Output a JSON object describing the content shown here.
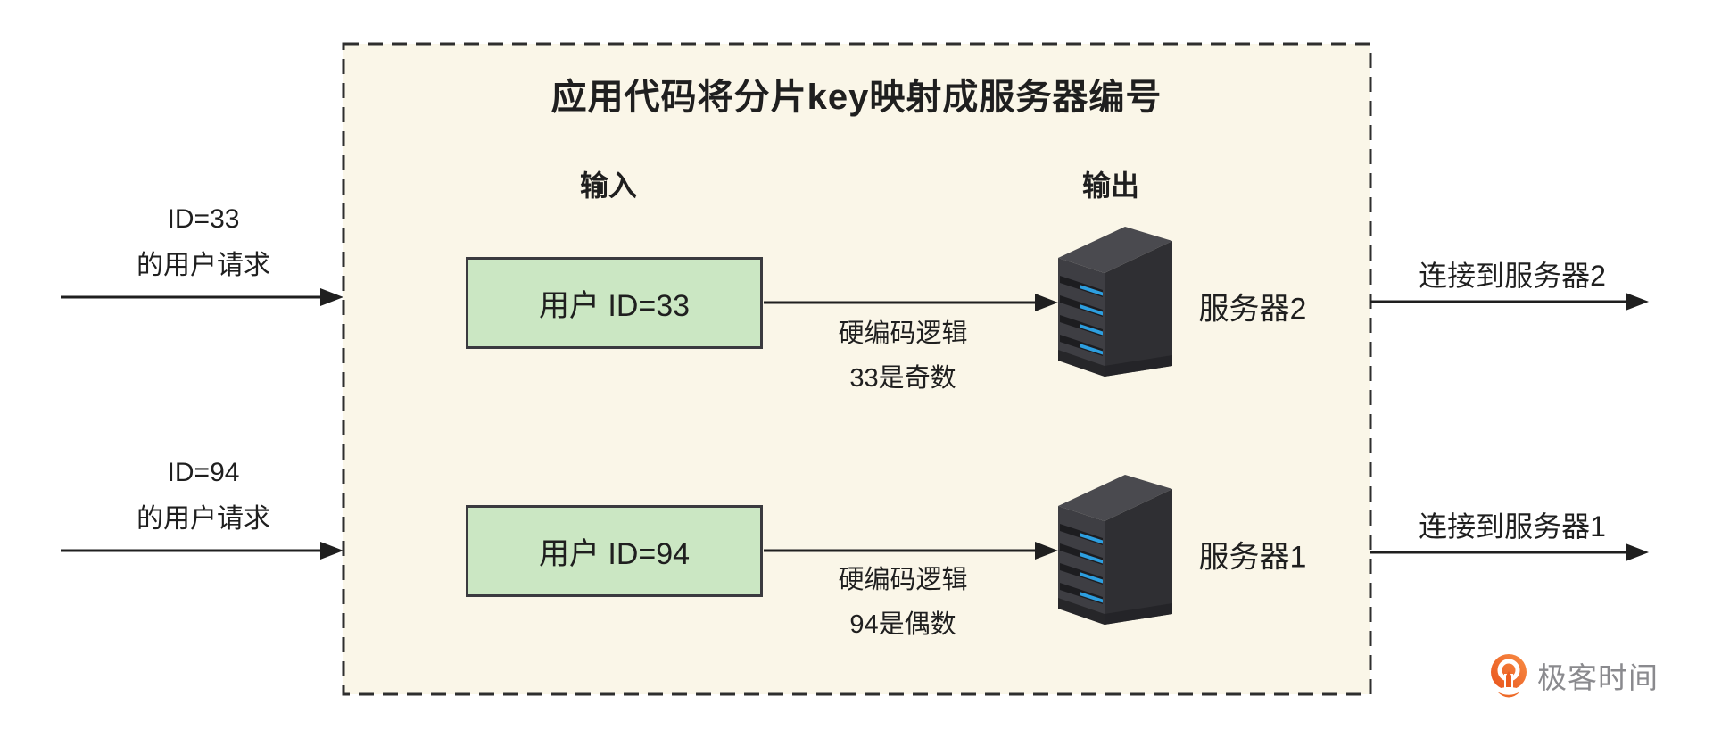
{
  "diagram": {
    "title": "应用代码将分片key映射成服务器编号",
    "input_column_label": "输入",
    "output_column_label": "输出",
    "flows": [
      {
        "request": {
          "line1": "ID=33",
          "line2": "的用户请求"
        },
        "input_box_label": "用户 ID=33",
        "mapping": {
          "line1": "硬编码逻辑",
          "line2": "33是奇数"
        },
        "server_label": "服务器2",
        "connect_label": "连接到服务器2"
      },
      {
        "request": {
          "line1": "ID=94",
          "line2": "的用户请求"
        },
        "input_box_label": "用户 ID=94",
        "mapping": {
          "line1": "硬编码逻辑",
          "line2": "94是偶数"
        },
        "server_label": "服务器1",
        "connect_label": "连接到服务器1"
      }
    ],
    "brand": {
      "name": "极客时间"
    },
    "colors": {
      "panel_bg": "#FAF6E8",
      "panel_border": "#2E2E2E",
      "input_box_bg": "#CBE7C3",
      "input_box_border": "#3A3A3F",
      "arrow": "#1F1F1F",
      "server_body_dark": "#2F2F33",
      "server_led_blue": "#2D9FE0",
      "brand_orange": "#EE5F22",
      "brand_text_gray": "#8A8A8E"
    }
  }
}
